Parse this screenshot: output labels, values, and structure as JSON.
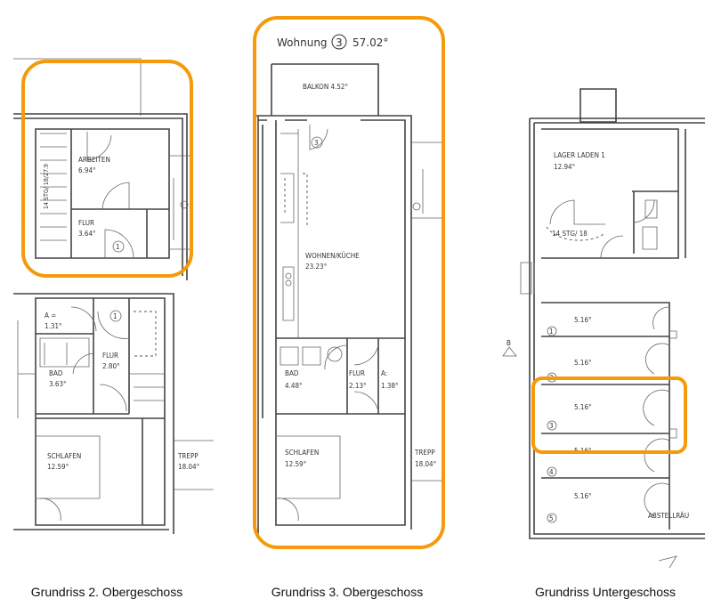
{
  "highlight_color": "#f59a0c",
  "captions": [
    "Grundriss 2. Obergeschoss",
    "Grundriss 3. Obergeschoss",
    "Grundriss Untergeschoss"
  ],
  "plan_og2": {
    "rooms": {
      "arbeiten": "ARBEITEN",
      "arbeiten_area": "6.94°",
      "flur_top": "FLUR",
      "flur_top_area": "3.64°",
      "stairs": "14 STG/ 18/27.9",
      "unit_top": "1",
      "a": "A =",
      "a_area": "1.31°",
      "bad": "BAD",
      "bad_area": "3.63°",
      "flur": "FLUR",
      "flur_area": "2.80°",
      "unit_bottom": "1",
      "schlafen": "SCHLAFEN",
      "schlafen_area": "12.59°",
      "trepp": "TREPP",
      "trepp_area": "18.04°"
    }
  },
  "plan_og3": {
    "title": "Wohnung",
    "unit": "3",
    "total_area": "57.02°",
    "rooms": {
      "balkon": "BALKON 4.52°",
      "unit_mark": "3",
      "wohnen": "WOHNEN/KÜCHE",
      "wohnen_area": "23.23°",
      "bad": "BAD",
      "bad_area": "4.48°",
      "flur": "FLUR",
      "flur_area": "2.13°",
      "a": "A:",
      "a_area": "1.38°",
      "schlafen": "SCHLAFEN",
      "schlafen_area": "12.59°",
      "trepp": "TREPP",
      "trepp_area": "18.04°"
    }
  },
  "plan_ug": {
    "lager": "LAGER LADEN 1",
    "lager_area": "12.94°",
    "stairs": "14 STG/ 18",
    "section_mark": "B",
    "storage": [
      {
        "num": "1",
        "area": "5.16°"
      },
      {
        "num": "2",
        "area": "5.16°"
      },
      {
        "num": "3",
        "area": "5.16°"
      },
      {
        "num": "4",
        "area": "5.16°"
      },
      {
        "num": "5",
        "area": "5.16°"
      }
    ],
    "abstell": "ABSTELLRÄU"
  }
}
